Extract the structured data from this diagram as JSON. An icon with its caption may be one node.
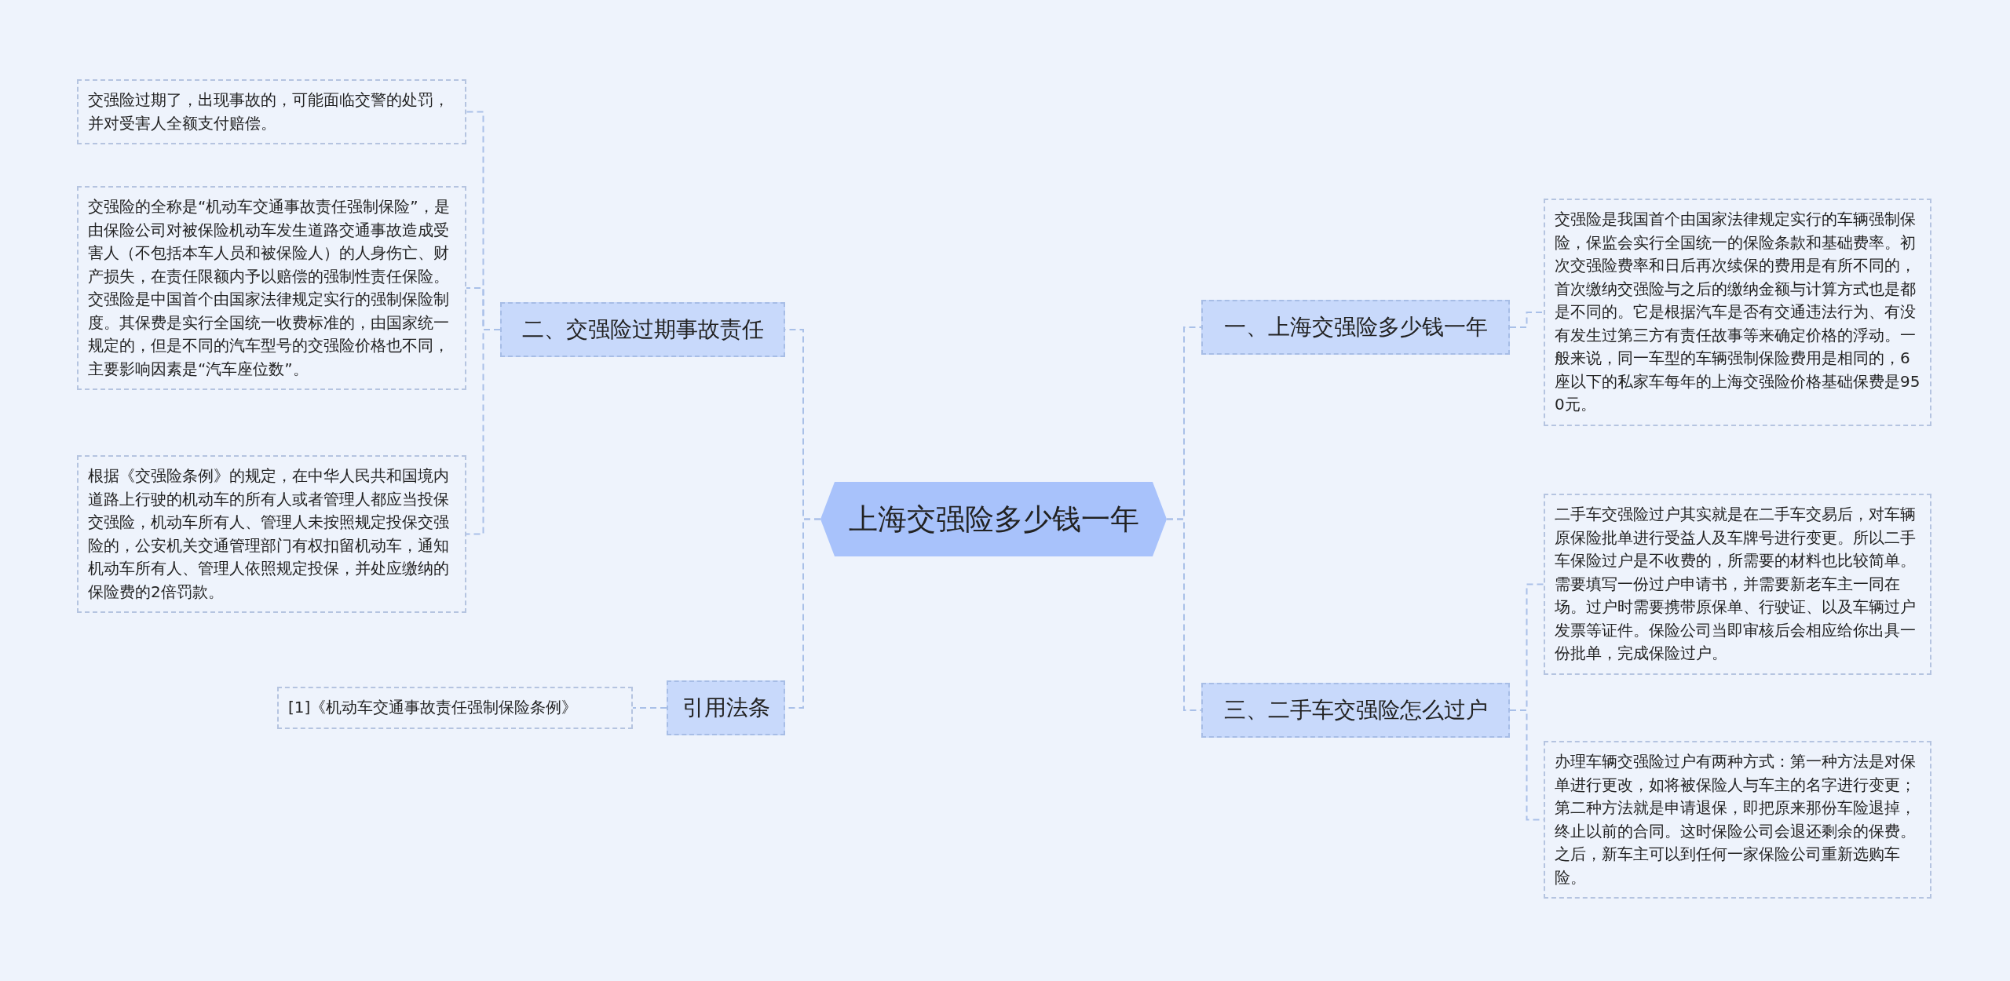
{
  "diagram": {
    "nodes": [
      {
        "text": [
          "上海交强险多少钱一年"
        ]
      },
      {
        "text": [
          "二、交强险过期事故责任"
        ]
      },
      {
        "text": [
          "交强险过期了，出现事故的，可能面临交警的处罚，并对受害人全额支付赔偿。"
        ]
      },
      {
        "text": [
          "交强险的全称是“机动车交通事故责任强制保险”，是由保险公司对被保险机动车发生道路交通事故造成受害人（不包括本车人员和被保险人）的人身伤亡、财产损失，在责任限额内予以赔偿的强制性责任保险。交强险是中国首个由国家法律规定实行的强制保险制度。其保费是实行全国统一收费标准的，由国家统一规定的，但是不同的汽车型号的交强险价格也不同，主要影响因素是“汽车座位数”。"
        ]
      },
      {
        "text": [
          "根据《交强险条例》的规定，在中华人民共和国境内道路上行驶的机动车的所有人或者管理人都应当投保交强险，机动车所有人、管理人未按照规定投保交强险的，公安机关交通管理部门有权扣留机动车，通知机动车所有人、管理人依照规定投保，并处应缴纳的保险费的2倍罚款。"
        ]
      },
      {
        "text": [
          "引用法条"
        ]
      },
      {
        "text": [
          "[1]《机动车交通事故责任强制保险条例》"
        ]
      },
      {
        "text": [
          "一、上海交强险多少钱一年"
        ]
      },
      {
        "text": [
          "交强险是我国首个由国家法律规定实行的车辆强制保险，保监会实行全国统一的保险条款和基础费率。初次交强险费率和日后再次续保的费用是有所不同的，首次缴纳交强险与之后的缴纳金额与计算方式也是都是不同的。它是根据汽车是否有交通违法行为、有没有发生过第三方有责任故事等来确定价格的浮动。一般来说，同一车型的车辆强制保险费用是相同的，6座以下的私家车每年的上海交强险价格基础保费是950元。"
        ]
      },
      {
        "text": [
          "三、二手车交强险怎么过户"
        ]
      },
      {
        "text": [
          "二手车交强险过户其实就是在二手车交易后，对车辆原保险批单进行受益人及车牌号进行变更。所以二手车保险过户是不收费的，所需要的材料也比较简单。需要填写一份过户申请书，并需要新老车主一同在场。过户时需要携带原保单、行驶证、以及车辆过户发票等证件。保险公司当即审核后会相应给你出具一份批单，完成保险过户。"
        ]
      },
      {
        "text": [
          "办理车辆交强险过户有两种方式：第一种方法是对保单进行更改，如将被保险人与车主的名字进行变更；第二种方法就是申请退保，即把原来那份车险退掉，终止以前的合同。这时保险公司会退还剩余的保费。之后，新车主可以到任何一家保险公司重新选购车险。"
        ]
      }
    ],
    "edges": [
      {
        "from": 0,
        "to": 1,
        "arrow": "none"
      },
      {
        "from": 1,
        "to": 2,
        "arrow": "none"
      },
      {
        "from": 1,
        "to": 3,
        "arrow": "none"
      },
      {
        "from": 1,
        "to": 4,
        "arrow": "none"
      },
      {
        "from": 0,
        "to": 5,
        "arrow": "none"
      },
      {
        "from": 5,
        "to": 6,
        "arrow": "none"
      },
      {
        "from": 0,
        "to": 7,
        "arrow": "none"
      },
      {
        "from": 7,
        "to": 8,
        "arrow": "none"
      },
      {
        "from": 0,
        "to": 9,
        "arrow": "none"
      },
      {
        "from": 9,
        "to": 10,
        "arrow": "none"
      },
      {
        "from": 9,
        "to": 11,
        "arrow": "none"
      }
    ]
  }
}
